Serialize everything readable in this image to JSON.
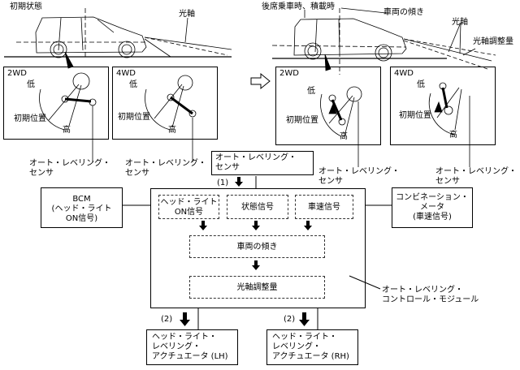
{
  "top_left": {
    "state_label": "初期状態",
    "beam_label": "光軸"
  },
  "top_right": {
    "load_label": "後席乗車時、積載時",
    "tilt_label": "車両の傾き",
    "beam_label": "光軸",
    "adjust_label": "光軸調整量"
  },
  "panels": [
    {
      "drive": "2WD",
      "low": "低",
      "initial": "初期位置",
      "high": "高",
      "sensor": [
        "オート・レベリング・",
        "センサ"
      ]
    },
    {
      "drive": "4WD",
      "low": "低",
      "initial": "初期位置",
      "high": "高",
      "sensor": [
        "オート・レベリング・",
        "センサ"
      ]
    },
    {
      "drive": "2WD",
      "low": "低",
      "initial": "初期位置",
      "high": "高",
      "sensor": [
        "オート・レベリング・",
        "センサ"
      ]
    },
    {
      "drive": "4WD",
      "low": "低",
      "initial": "初期位置",
      "high": "高",
      "sensor": [
        "オート・レベリング・",
        "センサ"
      ]
    }
  ],
  "flow": {
    "sensor_box": [
      "オート・レベリング・",
      "センサ"
    ],
    "step1": "(1)",
    "bcm": [
      "BCM",
      "(ヘッド・ライト",
      "ON信号)"
    ],
    "meter": [
      "コンビネーション・",
      "メータ",
      "(車速信号)"
    ],
    "signals": [
      [
        "ヘッド・ライト",
        "ON信号"
      ],
      [
        "状態信号"
      ],
      [
        "車速信号"
      ]
    ],
    "tilt": "車両の傾き",
    "adjust": "光軸調整量",
    "module": [
      "オート・レベリング・",
      "コントロール・モジュール"
    ],
    "step2": "(2)",
    "actuator_lh": [
      "ヘッド・ライト・",
      "レベリング・",
      "アクチュエータ (LH)"
    ],
    "actuator_rh": [
      "ヘッド・ライト・",
      "レベリング・",
      "アクチュエータ (RH)"
    ]
  }
}
